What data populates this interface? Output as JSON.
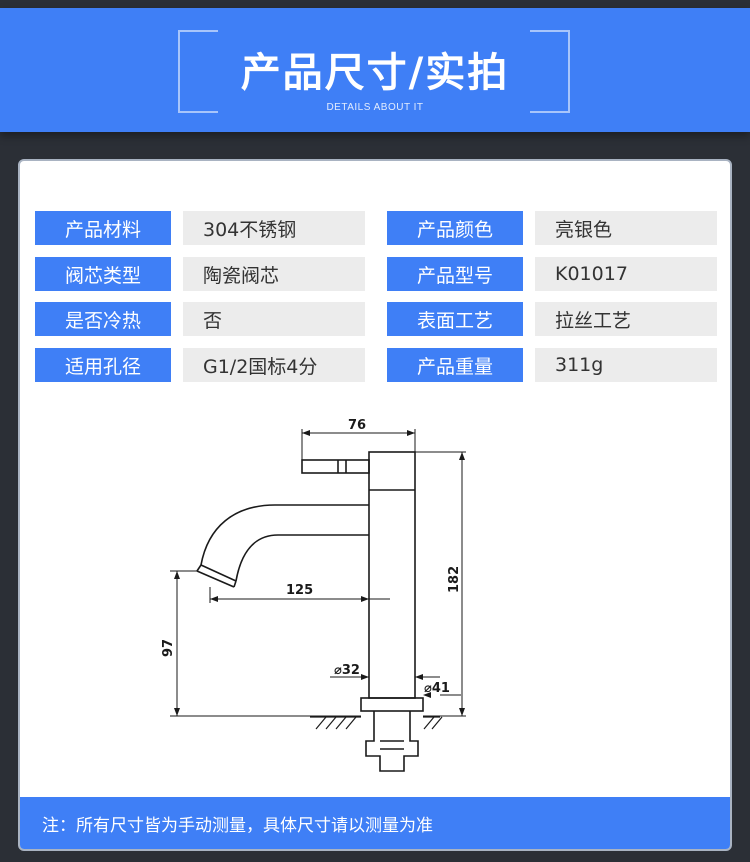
{
  "header": {
    "title": "产品尺寸/实拍",
    "subtitle": "DETAILS ABOUT IT"
  },
  "specs": [
    {
      "label": "产品材料",
      "value": "304不锈钢"
    },
    {
      "label": "产品颜色",
      "value": "亮银色"
    },
    {
      "label": "阀芯类型",
      "value": "陶瓷阀芯"
    },
    {
      "label": "产品型号",
      "value": "K01017"
    },
    {
      "label": "是否冷热",
      "value": "否"
    },
    {
      "label": "表面工艺",
      "value": "拉丝工艺"
    },
    {
      "label": "适用孔径",
      "value": "G1/2国标4分"
    },
    {
      "label": "产品重量",
      "value": "311g"
    }
  ],
  "drawing": {
    "dim_handle": "76",
    "dim_spout": "125",
    "dim_height": "182",
    "dim_spout_height": "97",
    "dim_body_dia": "⌀32",
    "dim_base_dia": "⌀41"
  },
  "footer": {
    "note": "注：所有尺寸皆为手动测量，具体尺寸请以测量为准"
  },
  "colors": {
    "accent": "#3f7ff6",
    "value_bg": "#ececec",
    "page_bg": "#2b2f36"
  }
}
